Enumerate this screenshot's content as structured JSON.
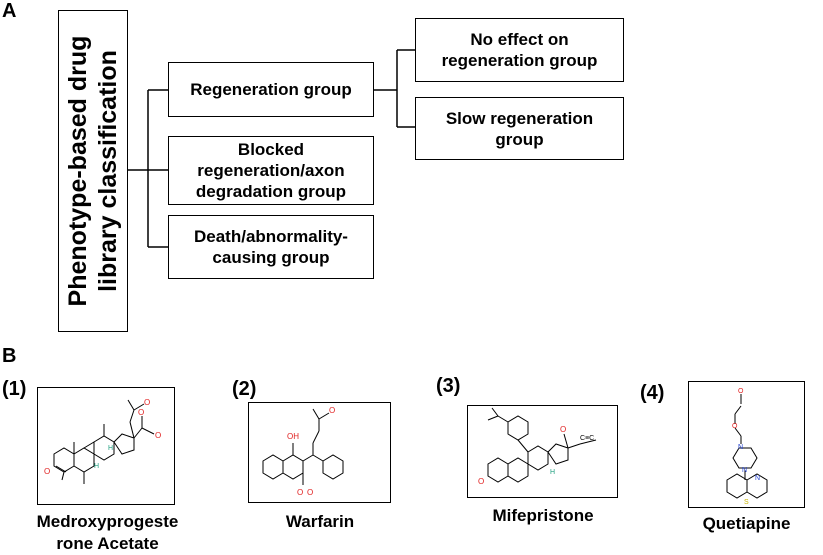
{
  "panel_a": {
    "label": "A",
    "root": "Phenotype-based drug\nlibrary classification",
    "groups": [
      "Regeneration group",
      "Blocked\nregeneration/axon\ndegradation group",
      "Death/abnormality-\ncausing group"
    ],
    "subgroups": [
      "No effect on\nregeneration group",
      "Slow regeneration\ngroup"
    ]
  },
  "panel_b": {
    "label": "B",
    "drugs": [
      {
        "index": "(1)",
        "name": "Medroxyprogeste\nrone Acetate"
      },
      {
        "index": "(2)",
        "name": "Warfarin"
      },
      {
        "index": "(3)",
        "name": "Mifepristone"
      },
      {
        "index": "(4)",
        "name": "Quetiapine"
      }
    ],
    "atom_labels": {
      "oxygen": "O",
      "hydrogen": "H",
      "nitrogen": "N",
      "sulfur": "S",
      "hydroxyl": "OH",
      "alkyne": "C≡C"
    }
  },
  "colors": {
    "line": "#000000",
    "oxygen": "#e02020",
    "nitrogen": "#2040d0",
    "hydrogen": "#20a080",
    "sulfur": "#c8b400"
  }
}
